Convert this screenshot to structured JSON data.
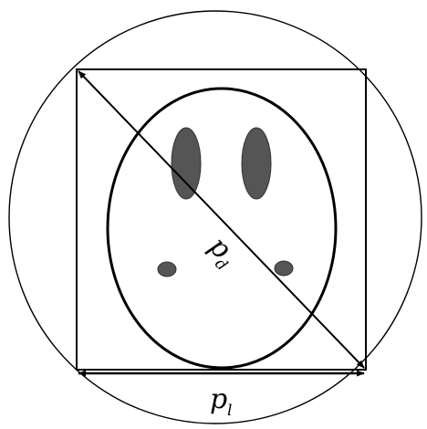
{
  "diagram": {
    "labels": {
      "diagonal": {
        "base": "p",
        "subscript": "d"
      },
      "side": {
        "base": "p",
        "subscript": "l"
      }
    },
    "colors": {
      "stroke": "#000000",
      "background": "#ffffff",
      "feature_fill": "#555555",
      "feature_stroke": "#333333"
    }
  }
}
